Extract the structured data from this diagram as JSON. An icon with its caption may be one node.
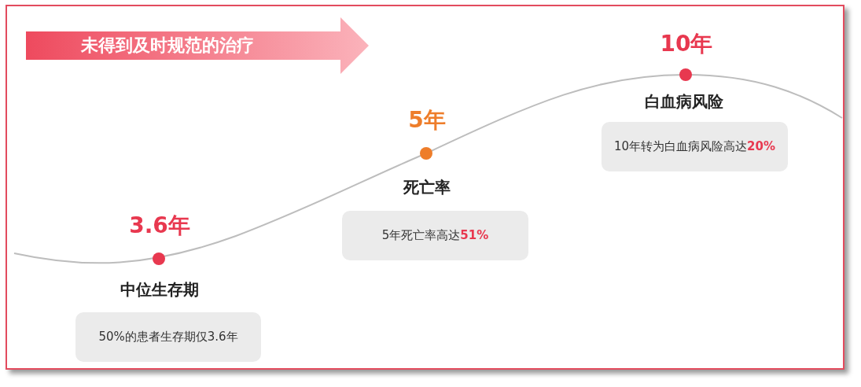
{
  "diagram": {
    "nodes": [
      {
        "text": [
          "未得到及时规范的治疗"
        ]
      },
      {
        "text": [
          "50%的患者生存期仅3.6年"
        ],
        "beside": [
          "3.6年",
          "中位生存期"
        ]
      },
      {
        "text": [
          "5年死亡率高达**51%**"
        ],
        "beside": [
          "5年",
          "死亡率"
        ]
      },
      {
        "text": [
          "10年转为白血病风险高达**20%**"
        ],
        "beside": [
          "10年",
          "白血病风险"
        ]
      }
    ]
  }
}
